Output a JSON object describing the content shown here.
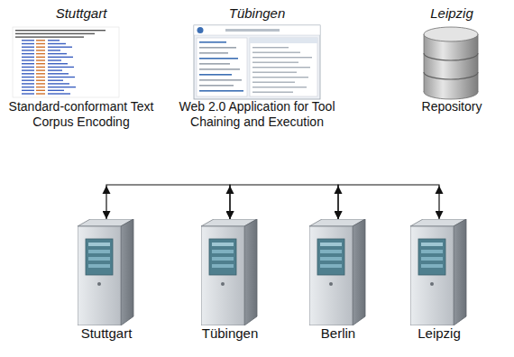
{
  "diagram": {
    "nodes": [
      {
        "text": [
          "Stuttgart",
          "Standard-conformant Text Corpus Encoding"
        ]
      },
      {
        "text": [
          "Tübingen",
          "Web 2.0 Application for Tool Chaining and Execution"
        ]
      },
      {
        "text": [
          "Leipzig",
          "Repository"
        ]
      },
      {
        "text": [
          "Stuttgart"
        ]
      },
      {
        "text": [
          "Tübingen"
        ]
      },
      {
        "text": [
          "Berlin"
        ]
      },
      {
        "text": [
          "Leipzig"
        ]
      }
    ],
    "edges": [
      {
        "from": 3,
        "to": 4,
        "arrow": "both"
      },
      {
        "from": 4,
        "to": 5,
        "arrow": "both"
      },
      {
        "from": 5,
        "to": 6,
        "arrow": "both"
      }
    ]
  }
}
